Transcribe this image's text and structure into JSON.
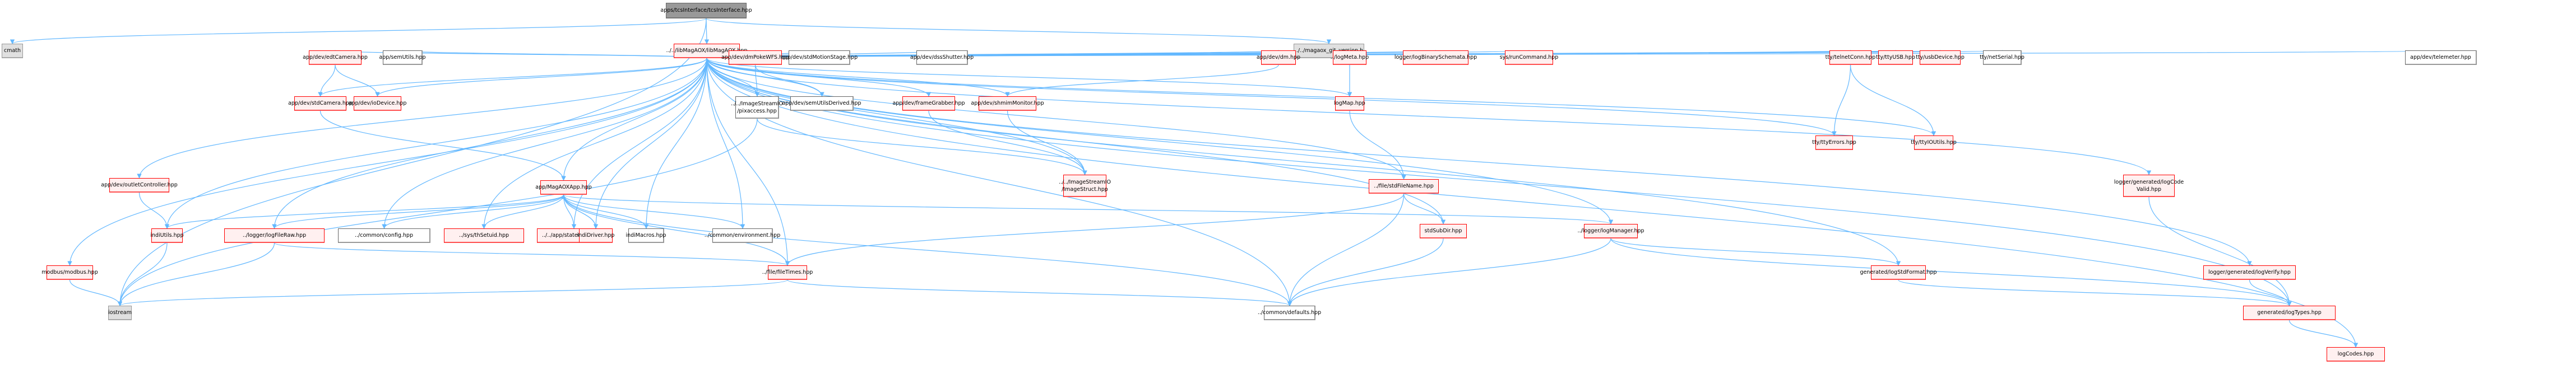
{
  "diagram": {
    "type": "include-dependency-graph",
    "colors": {
      "edge": "#63b8ff",
      "root_fill": "#999999",
      "red_border": "#ff0000",
      "red_fill": "#fff0f0",
      "plain_border": "#666666",
      "gray_fill": "#e0e0e0"
    },
    "nodes": [
      {
        "id": "root",
        "label": "apps/tcsInterface/tcsInterface.hpp",
        "style": "root"
      },
      {
        "id": "cmath",
        "label": "cmath",
        "style": "gray"
      },
      {
        "id": "libmagaox",
        "label": "../../libMagAOX/libMagAOX.hpp",
        "style": "red"
      },
      {
        "id": "gitver",
        "label": "../../magaox_git_version.h",
        "style": "gray"
      },
      {
        "id": "edtCamera",
        "label": "app/dev/edtCamera.hpp",
        "style": "red"
      },
      {
        "id": "semUtils",
        "label": "app/semUtils.hpp",
        "style": "plain"
      },
      {
        "id": "dmPokeWFS",
        "label": "app/dev/dmPokeWFS.hpp",
        "style": "red"
      },
      {
        "id": "stdMotionStage",
        "label": "app/dev/stdMotionStage.hpp",
        "style": "plain"
      },
      {
        "id": "dssShutter",
        "label": "app/dev/dssShutter.hpp",
        "style": "plain"
      },
      {
        "id": "dm",
        "label": "app/dev/dm.hpp",
        "style": "red"
      },
      {
        "id": "logMeta",
        "label": "../logMeta.hpp",
        "style": "red"
      },
      {
        "id": "logBinarySchemata",
        "label": "logger/logBinarySchemata.hpp",
        "style": "red"
      },
      {
        "id": "runCommand",
        "label": "sys/runCommand.hpp",
        "style": "red"
      },
      {
        "id": "telnetConn",
        "label": "tty/telnetConn.hpp",
        "style": "red"
      },
      {
        "id": "ttyUSB",
        "label": "tty/ttyUSB.hpp",
        "style": "red"
      },
      {
        "id": "usbDevice",
        "label": "tty/usbDevice.hpp",
        "style": "red"
      },
      {
        "id": "netSerial",
        "label": "tty/netSerial.hpp",
        "style": "plain"
      },
      {
        "id": "telemeter",
        "label": "app/dev/telemeter.hpp",
        "style": "plain"
      },
      {
        "id": "stdCamera",
        "label": "app/dev/stdCamera.hpp",
        "style": "red"
      },
      {
        "id": "ioDevice",
        "label": "app/dev/ioDevice.hpp",
        "style": "red"
      },
      {
        "id": "pixaccess",
        "label": "../../ImageStreamIO\n/pixaccess.hpp",
        "style": "plain"
      },
      {
        "id": "semUtilsDerived",
        "label": "app/dev/semUtilsDerived.hpp",
        "style": "plain"
      },
      {
        "id": "frameGrabber",
        "label": "app/dev/frameGrabber.hpp",
        "style": "red"
      },
      {
        "id": "shmimMonitor",
        "label": "app/dev/shmimMonitor.hpp",
        "style": "red"
      },
      {
        "id": "logMap",
        "label": "logMap.hpp",
        "style": "red"
      },
      {
        "id": "ttyErrors",
        "label": "tty/ttyErrors.hpp",
        "style": "red"
      },
      {
        "id": "ttyIOUtils",
        "label": "tty/ttyIOUtils.hpp",
        "style": "red"
      },
      {
        "id": "outletController",
        "label": "app/dev/outletController.hpp",
        "style": "red"
      },
      {
        "id": "magaoxApp",
        "label": "app/MagAOXApp.hpp",
        "style": "red"
      },
      {
        "id": "imageStruct",
        "label": "../../ImageStreamIO\n/ImageStruct.hpp",
        "style": "red"
      },
      {
        "id": "stdFileName",
        "label": "../file/stdFileName.hpp",
        "style": "red"
      },
      {
        "id": "logCodeValid",
        "label": "logger/generated/logCode\nValid.hpp",
        "style": "red"
      },
      {
        "id": "indiUtils",
        "label": "indiUtils.hpp",
        "style": "red"
      },
      {
        "id": "logFileRaw",
        "label": "../logger/logFileRaw.hpp",
        "style": "red"
      },
      {
        "id": "config",
        "label": "../common/config.hpp",
        "style": "plain"
      },
      {
        "id": "thSetuid",
        "label": "../sys/thSetuid.hpp",
        "style": "red"
      },
      {
        "id": "stateCodes",
        "label": "../../app/stateCodes.hpp",
        "style": "red"
      },
      {
        "id": "indiDriver",
        "label": "indiDriver.hpp",
        "style": "red"
      },
      {
        "id": "indiMacros",
        "label": "indiMacros.hpp",
        "style": "plain"
      },
      {
        "id": "environment",
        "label": "../common/environment.hpp",
        "style": "plain"
      },
      {
        "id": "stdSubDir",
        "label": "stdSubDir.hpp",
        "style": "red"
      },
      {
        "id": "logManager",
        "label": "../logger/logManager.hpp",
        "style": "red"
      },
      {
        "id": "modbus",
        "label": "modbus/modbus.hpp",
        "style": "red"
      },
      {
        "id": "fileTimes",
        "label": "../file/fileTimes.hpp",
        "style": "red"
      },
      {
        "id": "logStdFormat",
        "label": "generated/logStdFormat.hpp",
        "style": "red"
      },
      {
        "id": "logVerify",
        "label": "logger/generated/logVerify.hpp",
        "style": "red"
      },
      {
        "id": "iostream",
        "label": "iostream",
        "style": "gray"
      },
      {
        "id": "defaults",
        "label": "../common/defaults.hpp",
        "style": "plain"
      },
      {
        "id": "logTypes",
        "label": "generated/logTypes.hpp",
        "style": "red"
      },
      {
        "id": "logCodes",
        "label": "logCodes.hpp",
        "style": "red"
      }
    ],
    "edges": [
      [
        "root",
        "cmath"
      ],
      [
        "root",
        "libmagaox"
      ],
      [
        "root",
        "gitver"
      ],
      [
        "root",
        "iostream"
      ],
      [
        "libmagaox",
        "edtCamera"
      ],
      [
        "libmagaox",
        "semUtils"
      ],
      [
        "libmagaox",
        "dmPokeWFS"
      ],
      [
        "libmagaox",
        "stdMotionStage"
      ],
      [
        "libmagaox",
        "dssShutter"
      ],
      [
        "libmagaox",
        "dm"
      ],
      [
        "libmagaox",
        "logMeta"
      ],
      [
        "libmagaox",
        "logBinarySchemata"
      ],
      [
        "libmagaox",
        "runCommand"
      ],
      [
        "libmagaox",
        "telnetConn"
      ],
      [
        "libmagaox",
        "ttyUSB"
      ],
      [
        "libmagaox",
        "usbDevice"
      ],
      [
        "libmagaox",
        "netSerial"
      ],
      [
        "libmagaox",
        "telemeter"
      ],
      [
        "libmagaox",
        "stdCamera"
      ],
      [
        "libmagaox",
        "ioDevice"
      ],
      [
        "libmagaox",
        "pixaccess"
      ],
      [
        "libmagaox",
        "semUtilsDerived"
      ],
      [
        "libmagaox",
        "frameGrabber"
      ],
      [
        "libmagaox",
        "shmimMonitor"
      ],
      [
        "libmagaox",
        "logMap"
      ],
      [
        "libmagaox",
        "ttyErrors"
      ],
      [
        "libmagaox",
        "ttyIOUtils"
      ],
      [
        "libmagaox",
        "outletController"
      ],
      [
        "libmagaox",
        "magaoxApp"
      ],
      [
        "libmagaox",
        "imageStruct"
      ],
      [
        "libmagaox",
        "stdFileName"
      ],
      [
        "libmagaox",
        "logCodeValid"
      ],
      [
        "libmagaox",
        "indiUtils"
      ],
      [
        "libmagaox",
        "logFileRaw"
      ],
      [
        "libmagaox",
        "config"
      ],
      [
        "libmagaox",
        "thSetuid"
      ],
      [
        "libmagaox",
        "stateCodes"
      ],
      [
        "libmagaox",
        "indiDriver"
      ],
      [
        "libmagaox",
        "indiMacros"
      ],
      [
        "libmagaox",
        "environment"
      ],
      [
        "libmagaox",
        "stdSubDir"
      ],
      [
        "libmagaox",
        "logManager"
      ],
      [
        "libmagaox",
        "modbus"
      ],
      [
        "libmagaox",
        "fileTimes"
      ],
      [
        "libmagaox",
        "logStdFormat"
      ],
      [
        "libmagaox",
        "logVerify"
      ],
      [
        "libmagaox",
        "defaults"
      ],
      [
        "libmagaox",
        "logTypes"
      ],
      [
        "libmagaox",
        "logCodes"
      ],
      [
        "edtCamera",
        "stdCamera"
      ],
      [
        "edtCamera",
        "ioDevice"
      ],
      [
        "stdCamera",
        "magaoxApp"
      ],
      [
        "dmPokeWFS",
        "pixaccess"
      ],
      [
        "dmPokeWFS",
        "semUtilsDerived"
      ],
      [
        "pixaccess",
        "imageStruct"
      ],
      [
        "pixaccess",
        "iostream"
      ],
      [
        "frameGrabber",
        "imageStruct"
      ],
      [
        "dm",
        "shmimMonitor"
      ],
      [
        "shmimMonitor",
        "imageStruct"
      ],
      [
        "logMeta",
        "logMap"
      ],
      [
        "logMap",
        "stdFileName"
      ],
      [
        "telnetConn",
        "ttyErrors"
      ],
      [
        "telnetConn",
        "ttyIOUtils"
      ],
      [
        "outletController",
        "indiUtils"
      ],
      [
        "magaoxApp",
        "indiUtils"
      ],
      [
        "magaoxApp",
        "logFileRaw"
      ],
      [
        "magaoxApp",
        "config"
      ],
      [
        "magaoxApp",
        "thSetuid"
      ],
      [
        "magaoxApp",
        "stateCodes"
      ],
      [
        "magaoxApp",
        "indiDriver"
      ],
      [
        "magaoxApp",
        "indiMacros"
      ],
      [
        "magaoxApp",
        "environment"
      ],
      [
        "magaoxApp",
        "logManager"
      ],
      [
        "magaoxApp",
        "fileTimes"
      ],
      [
        "magaoxApp",
        "defaults"
      ],
      [
        "indiDriver",
        "magaoxApp"
      ],
      [
        "indiUtils",
        "iostream"
      ],
      [
        "logFileRaw",
        "iostream"
      ],
      [
        "logFileRaw",
        "fileTimes"
      ],
      [
        "stdFileName",
        "stdSubDir"
      ],
      [
        "stdFileName",
        "fileTimes"
      ],
      [
        "stdFileName",
        "defaults"
      ],
      [
        "stdSubDir",
        "defaults"
      ],
      [
        "fileTimes",
        "iostream"
      ],
      [
        "fileTimes",
        "defaults"
      ],
      [
        "logManager",
        "defaults"
      ],
      [
        "logManager",
        "logStdFormat"
      ],
      [
        "logManager",
        "logTypes"
      ],
      [
        "logStdFormat",
        "logTypes"
      ],
      [
        "logVerify",
        "logTypes"
      ],
      [
        "logCodeValid",
        "logTypes"
      ],
      [
        "logTypes",
        "logCodes"
      ],
      [
        "modbus",
        "iostream"
      ]
    ]
  }
}
